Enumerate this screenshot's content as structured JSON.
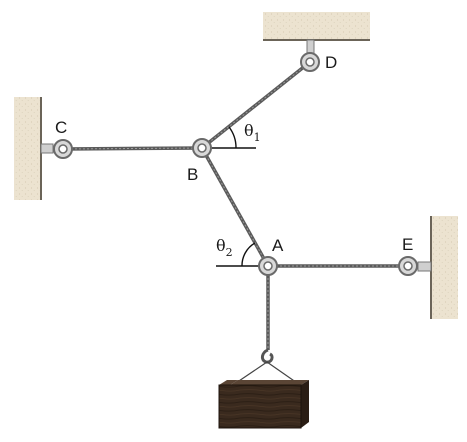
{
  "labels": {
    "point_a": "A",
    "point_b": "B",
    "point_c": "C",
    "point_d": "D",
    "point_e": "E",
    "theta": "θ",
    "theta1_subscript": "1",
    "theta2_subscript": "2"
  },
  "colors": {
    "support_fill": "#ece3d0",
    "support_edge": "#6b6458",
    "cable": "#5b5b5b",
    "ring_fill": "#d8d8d8",
    "ring_edge": "#6a6a6a",
    "block_front": "#3a2a1e",
    "block_top": "#5a4535",
    "block_side": "#2a1d14"
  }
}
